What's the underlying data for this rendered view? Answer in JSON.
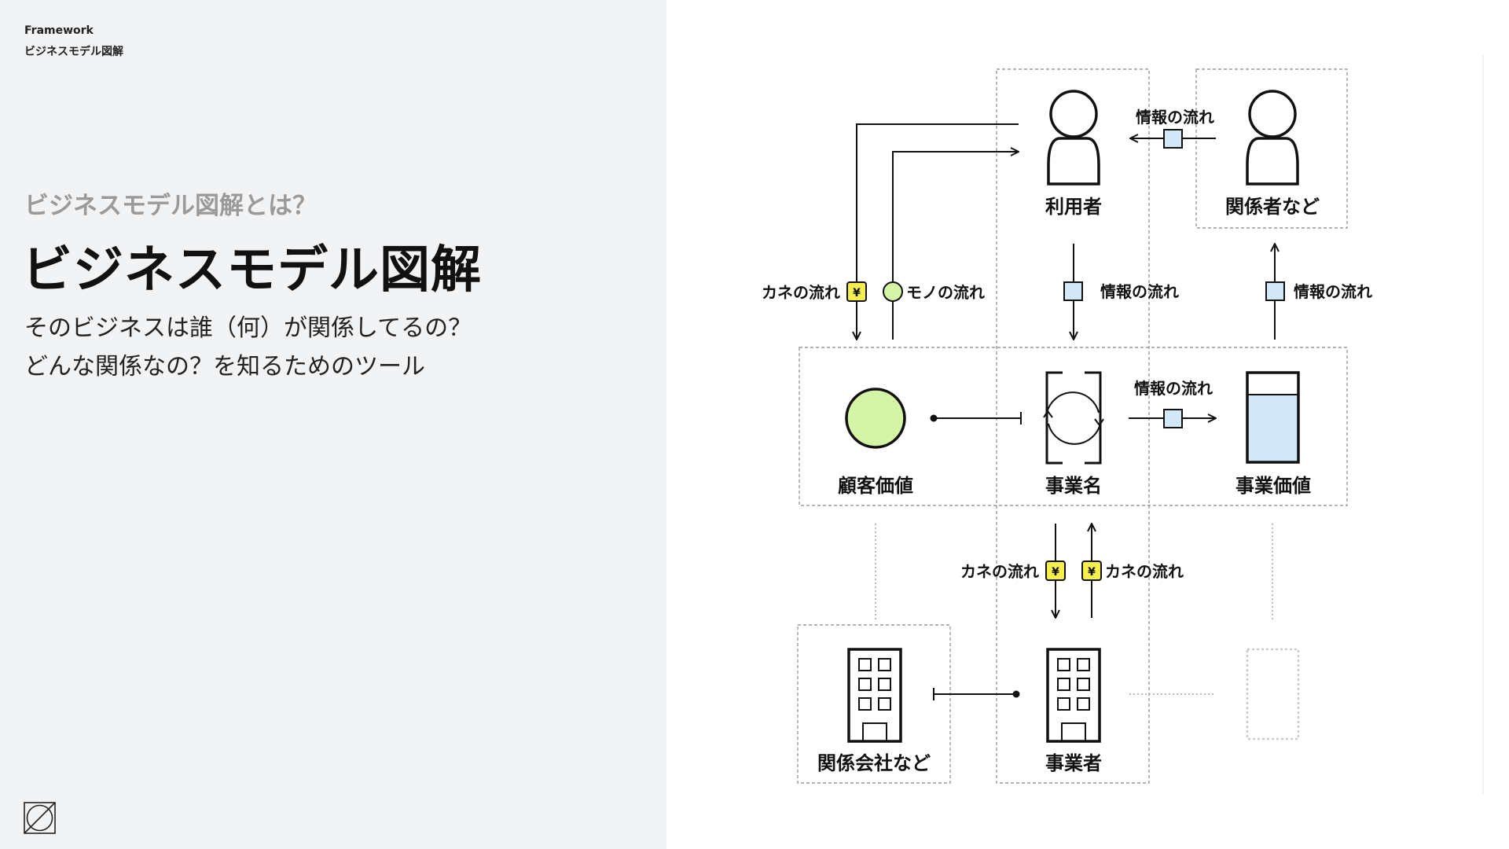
{
  "header": {
    "line1": "Framework",
    "line2": "ビジネスモデル図解"
  },
  "intro": {
    "question": "ビジネスモデル図解とは？",
    "title": "ビジネスモデル図解",
    "desc_line1": "そのビジネスは誰（何）が関係してるの？",
    "desc_line2": "どんな関係なの？を知るためのツール"
  },
  "diagram": {
    "nodes": {
      "user": "利用者",
      "related": "関係者など",
      "customer_value": "顧客価値",
      "business_name": "事業名",
      "business_value": "事業価値",
      "related_company": "関係会社など",
      "operator": "事業者"
    },
    "flows": {
      "info_top": "情報の流れ",
      "money_left": "カネの流れ",
      "goods_left": "モノの流れ",
      "info_center": "情報の流れ",
      "info_right": "情報の流れ",
      "info_middle": "情報の流れ",
      "money_bottom_left": "カネの流れ",
      "money_bottom_right": "カネの流れ"
    },
    "yen_symbol": "¥",
    "colors": {
      "money": "#f6ee4a",
      "goods": "#d4f5a6",
      "info": "#d4e9f7",
      "line": "#111111",
      "dash_box": "#999999"
    },
    "icons": [
      "person-icon",
      "circle-icon",
      "cycle-icon",
      "container-icon",
      "building-icon"
    ]
  }
}
